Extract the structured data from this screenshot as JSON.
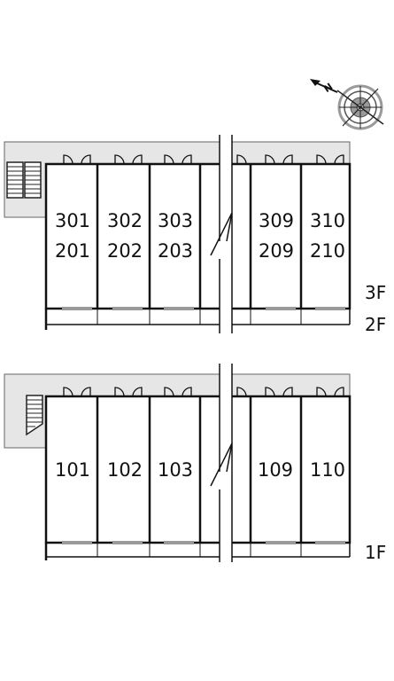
{
  "compass": {
    "letter": "N",
    "icon": "compass-icon"
  },
  "upper_block": {
    "units_top_row": [
      "301",
      "302",
      "303",
      "309",
      "310"
    ],
    "units_bottom_row": [
      "201",
      "202",
      "203",
      "209",
      "210"
    ],
    "floor_labels": [
      "3F",
      "2F"
    ]
  },
  "lower_block": {
    "units": [
      "101",
      "102",
      "103",
      "109",
      "110"
    ],
    "floor_label": "1F"
  },
  "colors": {
    "corridor": "#e6e6e6",
    "line": "#111111",
    "compass_gray": "#9a9a9a"
  }
}
